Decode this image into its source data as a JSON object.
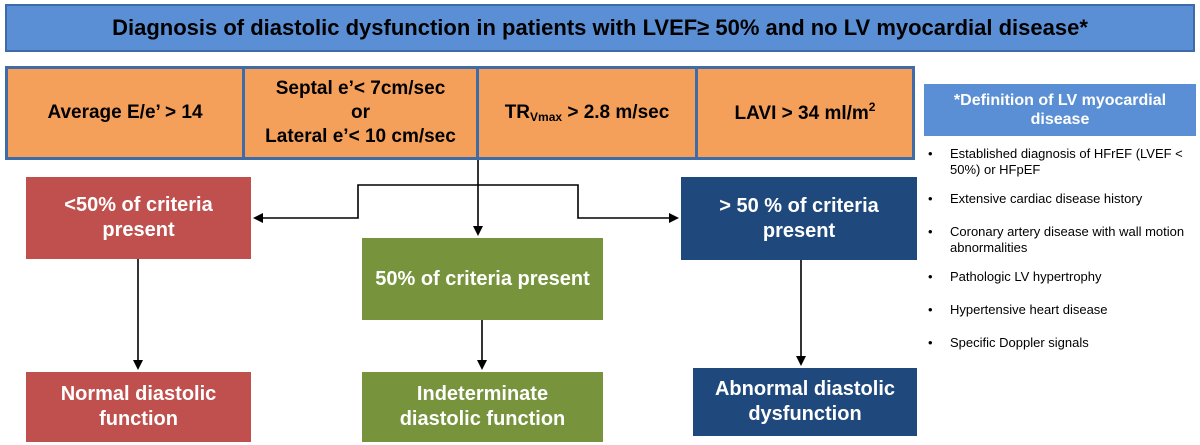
{
  "title": "Diagnosis of diastolic dysfunction in patients with LVEF≥ 50% and no LV myocardial disease*",
  "criteria": [
    {
      "text": "Average E/e’ > 14"
    },
    {
      "line1": "Septal e’<  7cm/sec",
      "line2": "or",
      "line3": "Lateral e’< 10 cm/sec"
    },
    {
      "prefix": "TR",
      "sub": "Vmax",
      "suffix": " > 2.8 m/sec"
    },
    {
      "prefix": "LAVI > 34 ml/m",
      "sup": "2"
    }
  ],
  "outcomes": {
    "less_than_50": "<50% of criteria present",
    "equal_50": "50% of criteria present",
    "more_than_50": "> 50 % of criteria present"
  },
  "results": {
    "normal": "Normal diastolic function",
    "indeterminate": "Indeterminate diastolic function",
    "abnormal": "Abnormal diastolic dysfunction"
  },
  "definition": {
    "heading": "*Definition of LV myocardial disease",
    "items": [
      "Established diagnosis of HFrEF (LVEF < 50%) or HFpEF",
      "Extensive cardiac disease history",
      "Coronary artery disease with wall motion abnormalities",
      "Pathologic LV hypertrophy",
      "Hypertensive heart disease",
      "Specific Doppler signals"
    ],
    "bullet": "•"
  },
  "colors": {
    "title_fill": "#5a8fd6",
    "criteria_fill": "#f5a05a",
    "criteria_border": "#3f6ca6",
    "red": "#c0504d",
    "green": "#77933c",
    "navy": "#1f497d"
  }
}
